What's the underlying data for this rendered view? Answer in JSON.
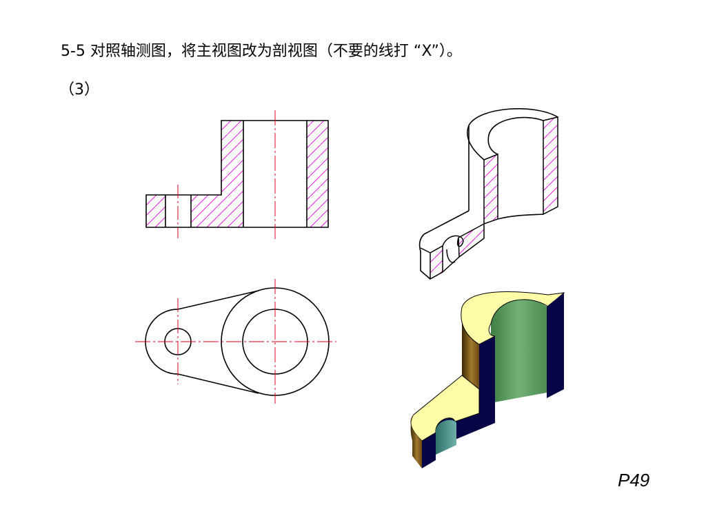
{
  "header": {
    "title": "5-5  对照轴测图，将主视图改为剖视图（不要的线打 “X”）。",
    "subtitle": "（3）"
  },
  "footer": {
    "page_number": "P49"
  },
  "colors": {
    "outline": "#000000",
    "centerline": "#e0001b",
    "hatch": "#e81ee0",
    "solid_top": "#fffca8",
    "solid_bore": "#5e9e62",
    "solid_section": "#070545",
    "solid_outer": "#6f4a14",
    "small_bore": "#4e8f8a"
  }
}
